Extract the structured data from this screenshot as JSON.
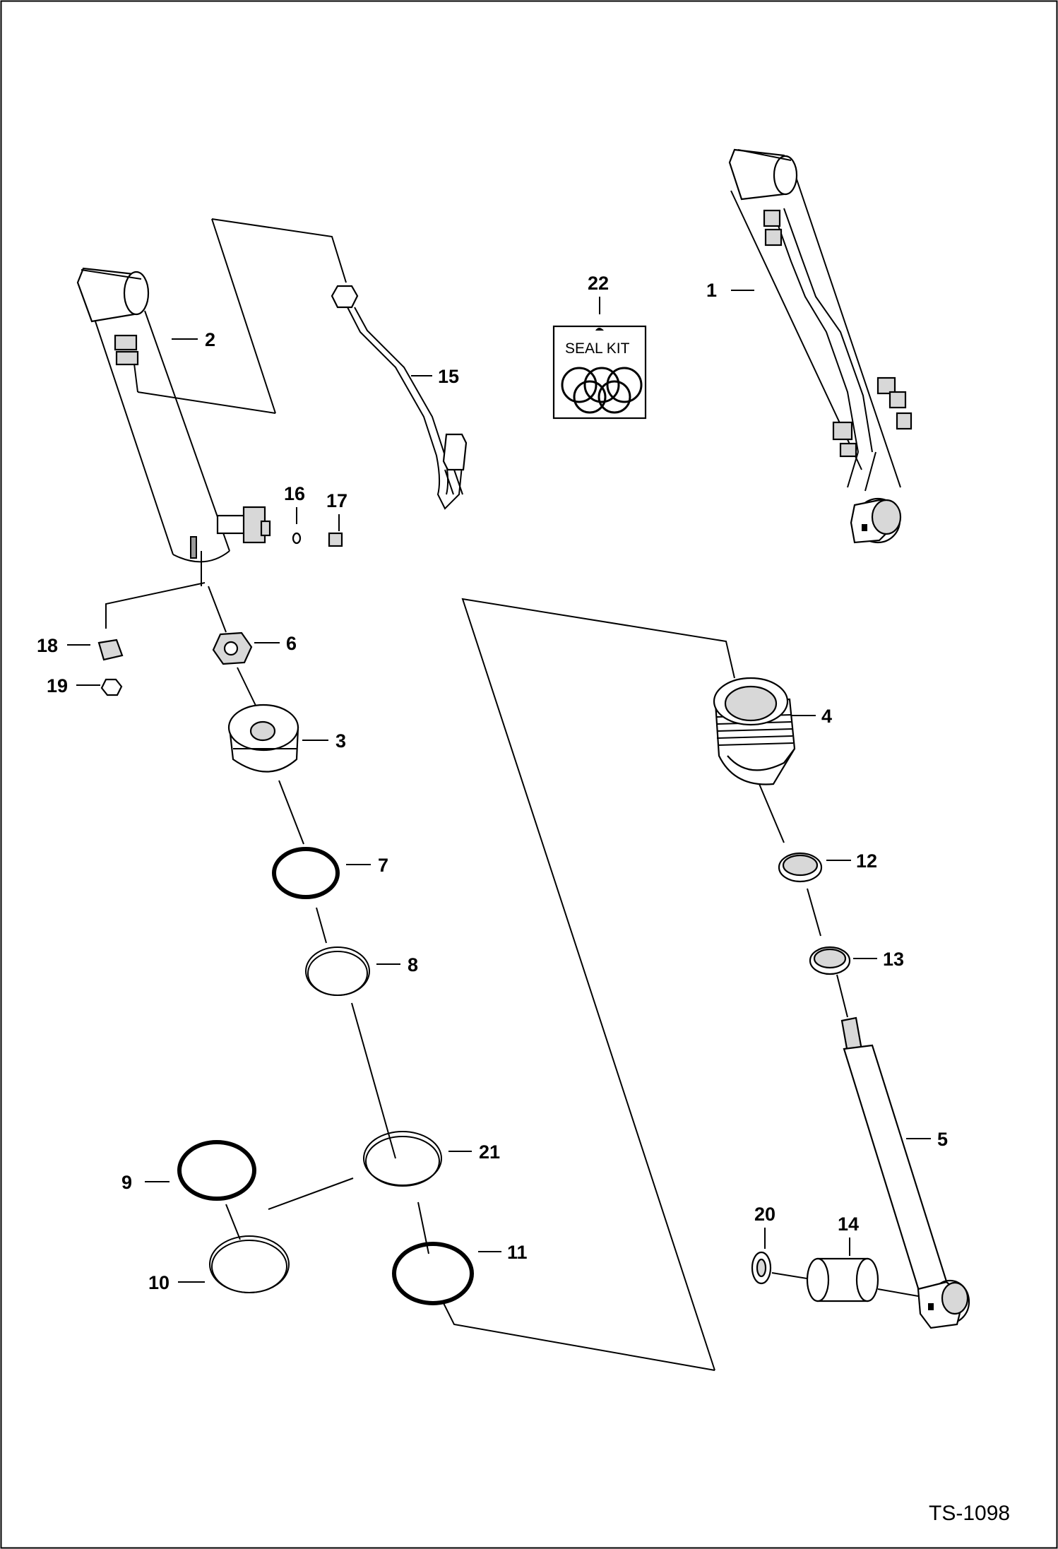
{
  "figure_ref": "TS-1098",
  "seal_kit_label": "SEAL KIT",
  "callouts": [
    {
      "id": "1",
      "text": "1"
    },
    {
      "id": "2",
      "text": "2"
    },
    {
      "id": "3",
      "text": "3"
    },
    {
      "id": "4",
      "text": "4"
    },
    {
      "id": "5",
      "text": "5"
    },
    {
      "id": "6",
      "text": "6"
    },
    {
      "id": "7",
      "text": "7"
    },
    {
      "id": "8",
      "text": "8"
    },
    {
      "id": "9",
      "text": "9"
    },
    {
      "id": "10",
      "text": "10"
    },
    {
      "id": "11",
      "text": "11"
    },
    {
      "id": "12",
      "text": "12"
    },
    {
      "id": "13",
      "text": "13"
    },
    {
      "id": "14",
      "text": "14"
    },
    {
      "id": "15",
      "text": "15"
    },
    {
      "id": "16",
      "text": "16"
    },
    {
      "id": "17",
      "text": "17"
    },
    {
      "id": "18",
      "text": "18"
    },
    {
      "id": "19",
      "text": "19"
    },
    {
      "id": "20",
      "text": "20"
    },
    {
      "id": "21",
      "text": "21"
    },
    {
      "id": "22",
      "text": "22"
    }
  ]
}
